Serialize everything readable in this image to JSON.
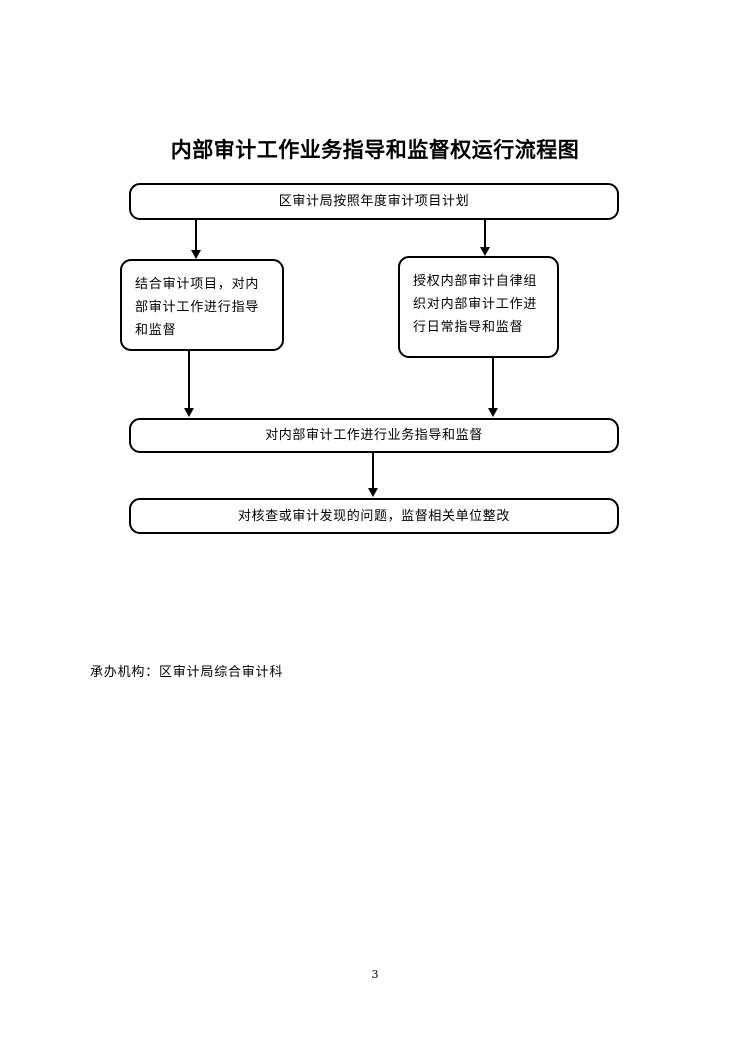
{
  "document": {
    "title": "内部审计工作业务指导和监督权运行流程图",
    "page_number": "3",
    "footer_note": "承办机构：区审计局综合审计科",
    "background_color": "#ffffff",
    "line_color": "#000000"
  },
  "chart_data": {
    "type": "diagram",
    "title": "内部审计工作业务指导和监督权运行流程图",
    "nodes": [
      {
        "id": "node-1",
        "label": "区审计局按照年度审计项目计划",
        "shape": "rounded-rectangle",
        "align": "center"
      },
      {
        "id": "node-2",
        "label": "结合审计项目，对内部审计工作进行指导和监督",
        "shape": "rounded-rectangle",
        "align": "left"
      },
      {
        "id": "node-3",
        "label": "授权内部审计自律组织对内部审计工作进行日常指导和监督",
        "shape": "rounded-rectangle",
        "align": "left"
      },
      {
        "id": "node-4",
        "label": "对内部审计工作进行业务指导和监督",
        "shape": "rounded-rectangle",
        "align": "center"
      },
      {
        "id": "node-5",
        "label": "对核查或审计发现的问题，监督相关单位整改",
        "shape": "rounded-rectangle",
        "align": "center"
      }
    ],
    "edges": [
      {
        "from": "node-1",
        "to": "node-2",
        "style": "arrow-down"
      },
      {
        "from": "node-1",
        "to": "node-3",
        "style": "arrow-down"
      },
      {
        "from": "node-2",
        "to": "node-4",
        "style": "arrow-down"
      },
      {
        "from": "node-3",
        "to": "node-4",
        "style": "arrow-down"
      },
      {
        "from": "node-4",
        "to": "node-5",
        "style": "arrow-down"
      }
    ]
  }
}
